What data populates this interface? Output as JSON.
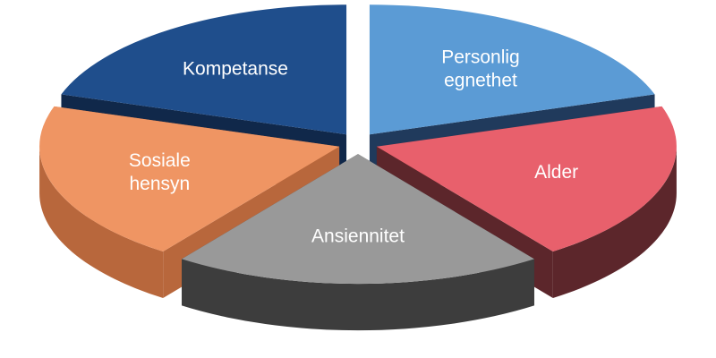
{
  "chart_data": {
    "type": "pie",
    "style": "3d-exploded",
    "slices": [
      {
        "label": "Personlig egnethet",
        "lines": [
          "Personlig",
          "egnethet"
        ],
        "value": 20,
        "color": "#5b9bd5",
        "shade": "#203a5c"
      },
      {
        "label": "Alder",
        "lines": [
          "Alder"
        ],
        "value": 20,
        "color": "#e8606c",
        "shade": "#5c262b"
      },
      {
        "label": "Ansiennitet",
        "lines": [
          "Ansiennitet"
        ],
        "value": 20,
        "color": "#999999",
        "shade": "#3d3d3d"
      },
      {
        "label": "Sosiale hensyn",
        "lines": [
          "Sosiale",
          "hensyn"
        ],
        "value": 20,
        "color": "#ef9563",
        "shade": "#b8673c"
      },
      {
        "label": "Kompetanse",
        "lines": [
          "Kompetanse"
        ],
        "value": 20,
        "color": "#1f4e8c",
        "shade": "#10284a"
      }
    ]
  }
}
